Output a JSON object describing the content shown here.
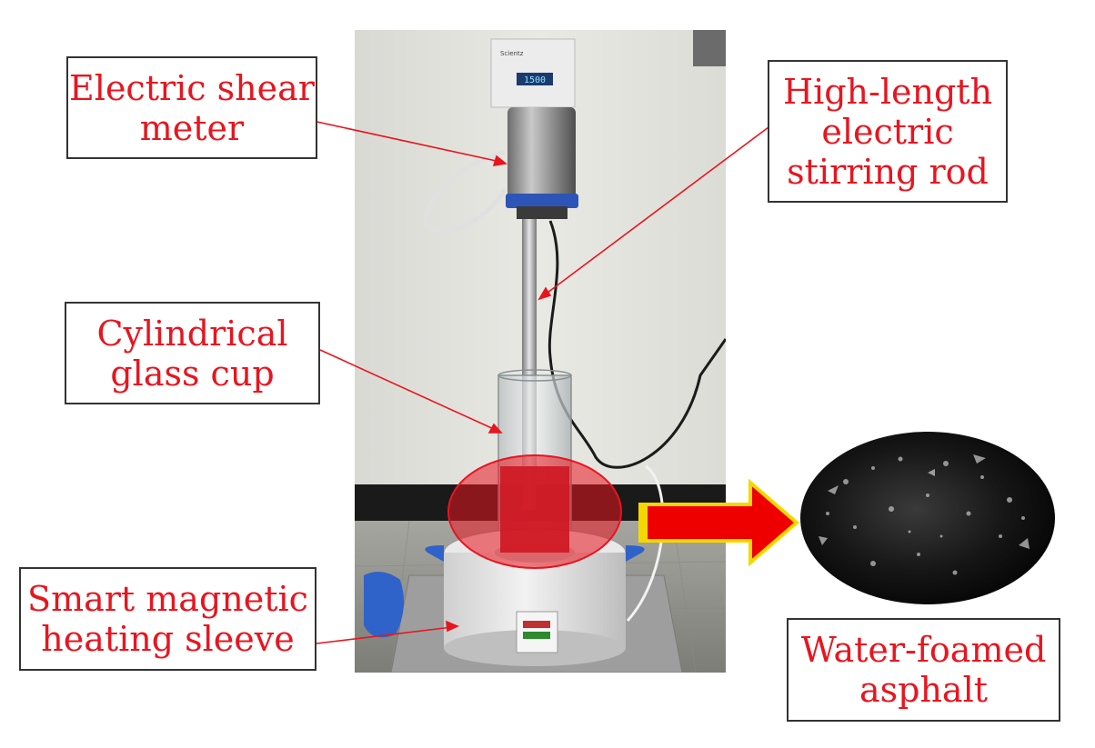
{
  "labels": {
    "shear_meter": [
      "Electric shear",
      "meter"
    ],
    "stirring_rod": [
      "High-length",
      "electric",
      "stirring rod"
    ],
    "glass_cup": [
      "Cylindrical",
      "glass cup"
    ],
    "heating_sleeve": [
      "Smart magnetic",
      "heating sleeve"
    ],
    "foamed_asphalt": [
      "Water-foamed",
      "asphalt"
    ]
  },
  "device": {
    "display_reading": "1500",
    "brand_text": "Scientz"
  },
  "colors": {
    "label_text": "#e8151f",
    "leader_line": "#e8151f",
    "highlight": "#e8151f",
    "arrow_fill": "#ee0000",
    "arrow_outline": "#f5d800"
  }
}
